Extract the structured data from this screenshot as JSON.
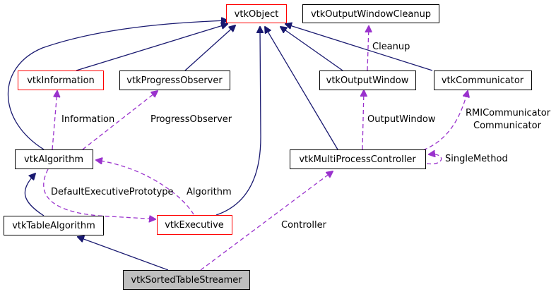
{
  "nodes": {
    "vtkObject": {
      "label": "vtkObject",
      "link": true
    },
    "vtkOutputWindowCleanup": {
      "label": "vtkOutputWindowCleanup",
      "link": false
    },
    "vtkInformation": {
      "label": "vtkInformation",
      "link": true
    },
    "vtkProgressObserver": {
      "label": "vtkProgressObserver",
      "link": false
    },
    "vtkOutputWindow": {
      "label": "vtkOutputWindow",
      "link": false
    },
    "vtkCommunicator": {
      "label": "vtkCommunicator",
      "link": false
    },
    "vtkAlgorithm": {
      "label": "vtkAlgorithm",
      "link": false
    },
    "vtkMultiProcessController": {
      "label": "vtkMultiProcessController",
      "link": false
    },
    "vtkTableAlgorithm": {
      "label": "vtkTableAlgorithm",
      "link": false
    },
    "vtkExecutive": {
      "label": "vtkExecutive",
      "link": true
    },
    "vtkSortedTableStreamer": {
      "label": "vtkSortedTableStreamer",
      "link": false
    }
  },
  "edge_labels": {
    "cleanup": "Cleanup",
    "information": "Information",
    "progress_observer": "ProgressObserver",
    "output_window": "OutputWindow",
    "rmi_communicator": "RMICommunicator",
    "communicator": "Communicator",
    "single_method": "SingleMethod",
    "default_executive_prototype": "DefaultExecutivePrototype",
    "algorithm": "Algorithm",
    "controller": "Controller"
  },
  "colors": {
    "inheritance_edge": "#191970",
    "association_edge": "#9a32cd",
    "linked_node_border": "#ff0000",
    "focus_node_fill": "#bfbfbf"
  }
}
